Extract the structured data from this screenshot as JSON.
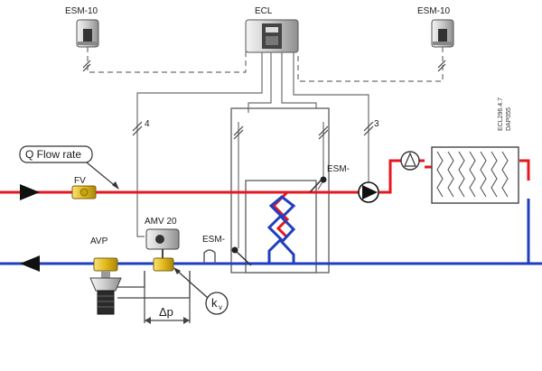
{
  "labels": {
    "esm_top_left": "ESM-10",
    "esm_top_right": "ESM-10",
    "ecl": "ECL",
    "wire_count_left": "4",
    "wire_count_right": "3",
    "flow_rate": "Q Flow rate",
    "fv": "FV",
    "esm_right": "ESM-",
    "esm_lower": "ESM-",
    "amv": "AMV 20",
    "avp": "AVP",
    "kv": "k",
    "kv_sub": "v",
    "dp": "Δp",
    "drawing_code_1": "ECL296.4.7",
    "drawing_code_2": "DAP055"
  },
  "colors": {
    "supply_pipe": "#e5171f",
    "return_pipe": "#1f3fbf",
    "valve_yellow": "#e8c21a",
    "wire_gray": "#6e6e6e",
    "controller_gray": "#b9b9b9"
  },
  "icons": {
    "supply_arrow": "triangle-right-icon",
    "return_arrow": "triangle-left-icon",
    "pump": "pump-icon",
    "radiator": "radiator-icon",
    "heat_exchanger": "heat-exchanger-icon"
  }
}
